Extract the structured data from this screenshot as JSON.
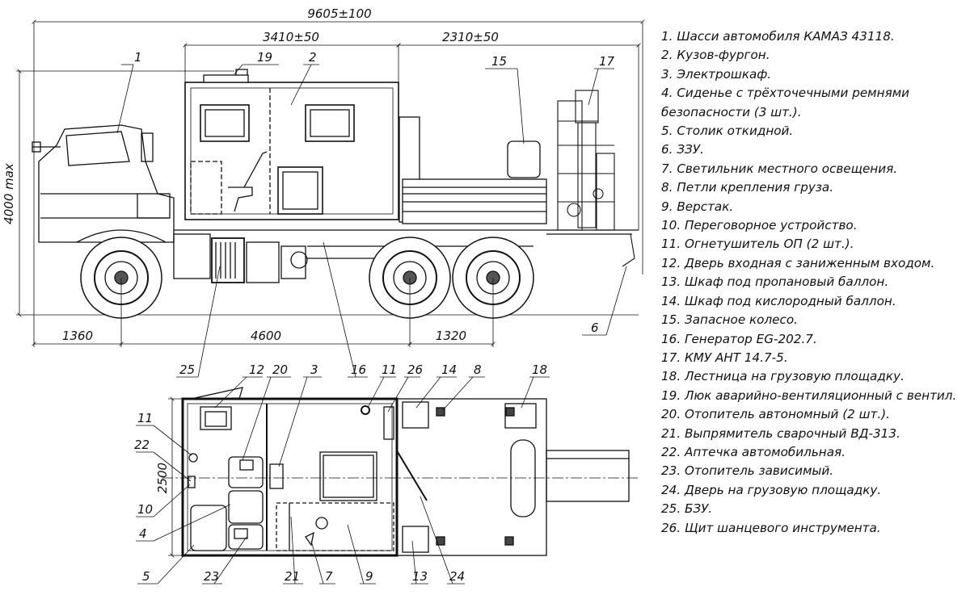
{
  "dimensions": {
    "overall_length": "9605±100",
    "body_length": "3410±50",
    "platform_length": "2310±50",
    "height": "4000 max",
    "front_overhang": "1360",
    "wheelbase": "4600",
    "bogie_base": "1320",
    "body_width": "2500"
  },
  "legend": [
    "1. Шасси автомобиля КАМАЗ 43118.",
    "2. Кузов-фургон.",
    "3. Электрошкаф.",
    "4. Сиденье с трёхточечными ремнями",
    "безопасности (3 шт.).",
    "5. Столик откидной.",
    "6. ЗЗУ.",
    "7. Светильник местного освещения.",
    "8. Петли крепления груза.",
    "9. Верстак.",
    "10. Переговорное устройство.",
    "11. Огнетушитель ОП (2 шт.).",
    "12. Дверь входная с заниженным входом.",
    "13. Шкаф под пропановый баллон.",
    "14. Шкаф под кислородный баллон.",
    "15. Запасное колесо.",
    "16. Генератор EG-202.7.",
    "17. КМУ АНТ 14.7-5.",
    "18. Лестница на грузовую площадку.",
    "19. Люк аварийно-вентиляционный с вентил.",
    "20. Отопитель автономный (2 шт.).",
    "21. Выпрямитель сварочный ВД-313.",
    "22. Аптечка автомобильная.",
    "23. Отопитель зависимый.",
    "24. Дверь на грузовую площадку.",
    "25. БЗУ.",
    "26. Щит шанцевого инструмента."
  ],
  "callouts": {
    "n1": "1",
    "n2": "2",
    "n3": "3",
    "n4": "4",
    "n5": "5",
    "n6": "6",
    "n7": "7",
    "n8": "8",
    "n9": "9",
    "n10": "10",
    "n11": "11",
    "n12": "12",
    "n13": "13",
    "n14": "14",
    "n15": "15",
    "n16": "16",
    "n17": "17",
    "n18": "18",
    "n19": "19",
    "n20": "20",
    "n21": "21",
    "n22": "22",
    "n23": "23",
    "n24": "24",
    "n25": "25",
    "n26": "26"
  }
}
